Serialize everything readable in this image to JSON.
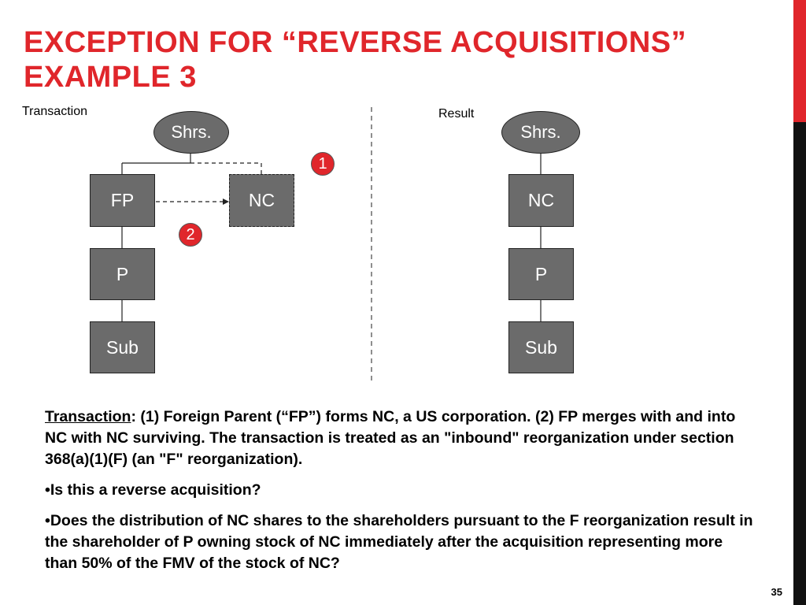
{
  "title": {
    "line1": "EXCEPTION FOR “REVERSE ACQUISITIONS”",
    "line2": "EXAMPLE 3"
  },
  "diagram": {
    "transaction_label": "Transaction",
    "result_label": "Result",
    "transaction": {
      "shareholders": "Shrs.",
      "fp": "FP",
      "nc": "NC",
      "p": "P",
      "sub": "Sub",
      "step1": "1",
      "step2": "2"
    },
    "result": {
      "shareholders": "Shrs.",
      "nc": "NC",
      "p": "P",
      "sub": "Sub"
    }
  },
  "body": {
    "transaction_heading": "Transaction",
    "transaction_text": ": (1) Foreign Parent (“FP”)  forms NC, a US corporation.  (2) FP merges with and into NC with NC surviving.  The transaction is treated as an \"inbound\" reorganization under section 368(a)(1)(F) (an \"F\" reorganization).",
    "bullet1": "•Is this a reverse acquisition?",
    "bullet2": "•Does the distribution of NC shares to the shareholders pursuant to the F reorganization result in the shareholder of P owning stock of NC immediately after the acquisition representing more than 50% of the FMV of the stock of NC?"
  },
  "slide_number": "35",
  "colors": {
    "accent": "#e0262b",
    "node_fill": "#6b6b6b",
    "side_bar_dark": "#111111"
  }
}
